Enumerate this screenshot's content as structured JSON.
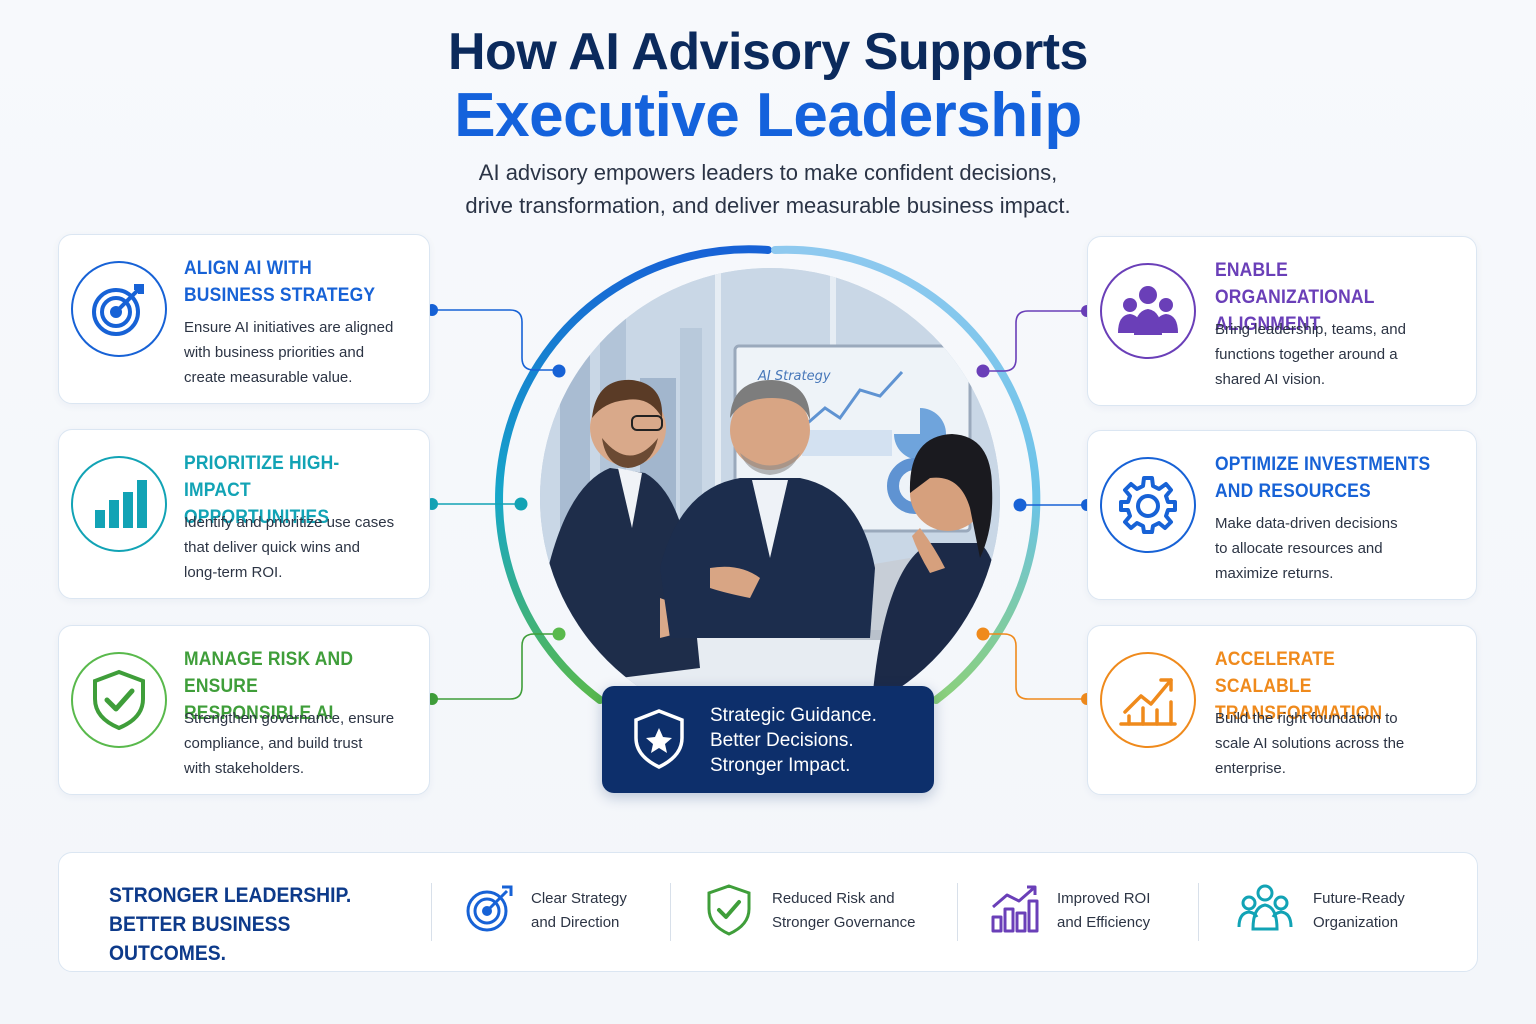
{
  "header": {
    "title_line1": "How AI Advisory Supports",
    "title_line2": "Executive Leadership",
    "subtitle_line1": "AI advisory empowers leaders to make confident decisions,",
    "subtitle_line2": "drive transformation, and deliver measurable business impact."
  },
  "left_cards": [
    {
      "title_line1": "ALIGN AI WITH",
      "title_line2": "BUSINESS STRATEGY",
      "desc_line1": "Ensure AI initiatives are aligned",
      "desc_line2": "with business priorities and",
      "desc_line3": "create measurable value.",
      "icon": "target-icon",
      "color": "#1762d6"
    },
    {
      "title_line1": "PRIORITIZE HIGH-IMPACT",
      "title_line2": "OPPORTUNITIES",
      "desc_line1": "Identify and prioritize use cases",
      "desc_line2": "that deliver quick wins and",
      "desc_line3": "long-term ROI.",
      "icon": "bar-chart-icon",
      "color": "#12a3b5"
    },
    {
      "title_line1": "MANAGE RISK AND ENSURE",
      "title_line2": "RESPONSIBLE AI",
      "desc_line1": "Strengthen governance, ensure",
      "desc_line2": "compliance, and build trust",
      "desc_line3": "with stakeholders.",
      "icon": "shield-check-icon",
      "color": "#3f9e3a"
    }
  ],
  "right_cards": [
    {
      "title_line1": "ENABLE ORGANIZATIONAL",
      "title_line2": "ALIGNMENT",
      "desc_line1": "Bring leadership, teams, and",
      "desc_line2": "functions together around a",
      "desc_line3": "shared AI vision.",
      "icon": "people-group-icon",
      "color": "#6a3fb8"
    },
    {
      "title_line1": "OPTIMIZE INVESTMENTS",
      "title_line2": "AND RESOURCES",
      "desc_line1": "Make data-driven decisions",
      "desc_line2": "to allocate resources and",
      "desc_line3": "maximize returns.",
      "icon": "gear-icon",
      "color": "#1762d6"
    },
    {
      "title_line1": "ACCELERATE SCALABLE",
      "title_line2": "TRANSFORMATION",
      "desc_line1": "Build the right foundation to",
      "desc_line2": "scale AI solutions across the",
      "desc_line3": "enterprise.",
      "icon": "growth-chart-icon",
      "color": "#ef8a1c"
    }
  ],
  "center": {
    "screen_label": "AI Strategy",
    "badge_line1": "Strategic Guidance.",
    "badge_line2": "Better Decisions.",
    "badge_line3": "Stronger Impact."
  },
  "bottom": {
    "headline_line1": "STRONGER LEADERSHIP.",
    "headline_line2": "BETTER BUSINESS OUTCOMES.",
    "items": [
      {
        "line1": "Clear Strategy",
        "line2": "and Direction",
        "icon": "target-icon",
        "color": "#1762d6"
      },
      {
        "line1": "Reduced Risk and",
        "line2": "Stronger Governance",
        "icon": "shield-check-icon",
        "color": "#3f9e3a"
      },
      {
        "line1": "Improved ROI",
        "line2": "and Efficiency",
        "icon": "growth-chart-icon",
        "color": "#6a3fb8"
      },
      {
        "line1": "Future-Ready",
        "line2": "Organization",
        "icon": "people-group-icon",
        "color": "#12a3b5"
      }
    ]
  }
}
